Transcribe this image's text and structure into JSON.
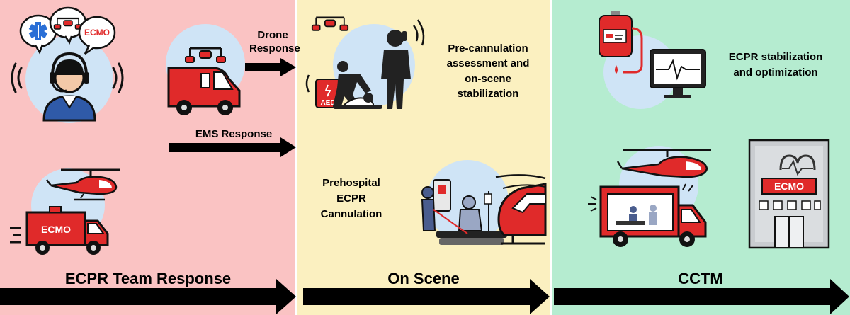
{
  "phases": [
    {
      "title": "ECPR Team Response",
      "background": "#fac3c3"
    },
    {
      "title": "On Scene",
      "background": "#fbf0c0"
    },
    {
      "title": "CCTM",
      "background": "#b5ecd0"
    }
  ],
  "dispatch": {
    "bubbles": [
      {
        "icon": "star-of-life-icon"
      },
      {
        "icon": "drone-icon"
      },
      {
        "text": "ECMO"
      }
    ],
    "drone_response": "Drone\nResponse",
    "ems_response": "EMS Response",
    "ambulance_label": "ECMO"
  },
  "on_scene": {
    "aed_label": "AED",
    "assessment_text": "Pre-cannulation\nassessment and\non-scene\nstabilization",
    "cannulation_text": "Prehospital\nECPR\nCannulation"
  },
  "cctm": {
    "stabilization_text": "ECPR stabilization\nand optimization",
    "hospital_label": "ECMO"
  },
  "colors": {
    "accent_red": "#e02a2a",
    "bubble_blue": "#cfe4f6",
    "arrow": "#000000"
  }
}
